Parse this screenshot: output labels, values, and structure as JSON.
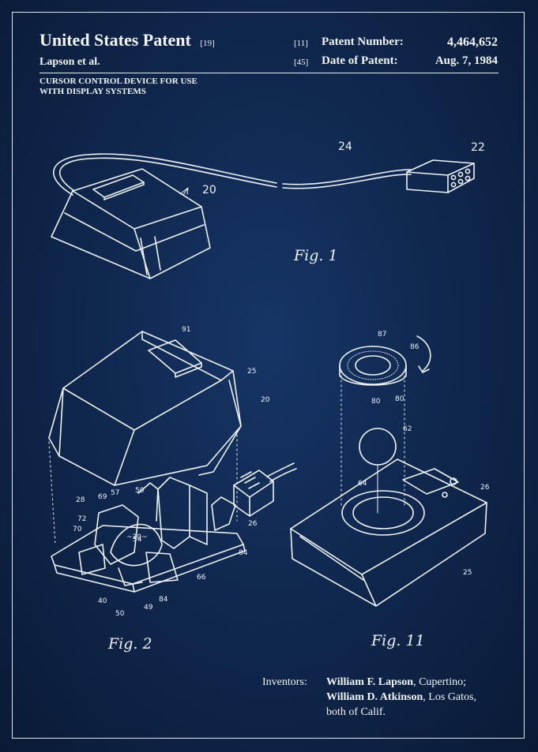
{
  "header": {
    "title": "United States Patent",
    "title_code": "[19]",
    "inventor_short": "Lapson et al.",
    "patent_number_code": "[11]",
    "patent_number_label": "Patent Number:",
    "patent_number_value": "4,464,652",
    "date_code": "[45]",
    "date_label": "Date of Patent:",
    "date_value": "Aug. 7, 1984",
    "subject_line1": "CURSOR CONTROL DEVICE FOR USE",
    "subject_line2": "WITH DISPLAY SYSTEMS"
  },
  "figures": {
    "fig1": {
      "label": "Fig. 1",
      "refs": [
        "24",
        "22",
        "20"
      ]
    },
    "fig2": {
      "label": "Fig. 2",
      "refs": [
        "91",
        "25",
        "20",
        "28",
        "69",
        "57",
        "50",
        "72",
        "70",
        "54",
        "40",
        "50",
        "49",
        "84",
        "66",
        "26",
        "84"
      ],
      "center_text": "~20~"
    },
    "fig11": {
      "label": "Fig. 11",
      "refs": [
        "87",
        "86",
        "80",
        "80",
        "62",
        "64",
        "26",
        "25"
      ]
    }
  },
  "inventors": {
    "label": "Inventors:",
    "line1_name": "William F. Lapson",
    "line1_rest": ", Cupertino;",
    "line2_name": "William D. Atkinson",
    "line2_rest": ", Los Gatos,",
    "line3": "both of Calif."
  },
  "colors": {
    "background": "#10284f",
    "ink": "#eef2f8"
  }
}
